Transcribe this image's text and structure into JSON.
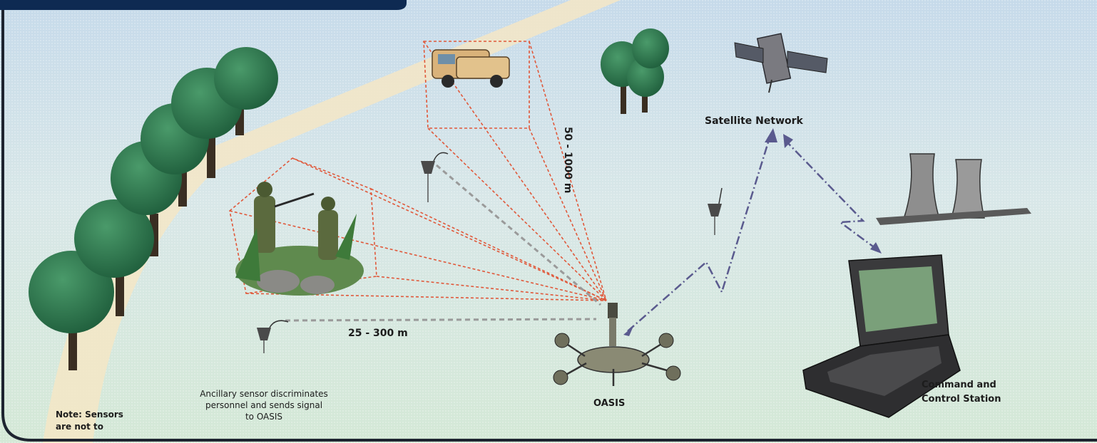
{
  "diagram": {
    "labels": {
      "satellite": "Satellite Network",
      "range_far": "50 - 1000 m",
      "range_near": "25 - 300 m",
      "oasis": "OASIS",
      "station_line1": "Command and",
      "station_line2": "Control Station",
      "ancillary_line1": "Ancillary sensor discriminates",
      "ancillary_line2": "personnel and sends signal",
      "ancillary_line3": "to OASIS",
      "note_line1": "Note: Sensors",
      "note_line2": "are not to"
    },
    "colors": {
      "header_bar": "#0e2a52",
      "frame": "#1e2430",
      "sky_top": "#c9dcea",
      "ground": "#d9eadb",
      "path": "#f6e8c8",
      "tree_foliage": "#2f7d52",
      "detection_lines": "#e0583a",
      "sensor_link": "#9a9a9a",
      "comm_link": "#5a5a8e"
    },
    "icons": [
      "tree-icon",
      "truck-icon",
      "soldiers-icon",
      "sensor-icon",
      "satellite-icon",
      "cooling-tower-icon",
      "laptop-icon",
      "oasis-unit-icon"
    ]
  }
}
